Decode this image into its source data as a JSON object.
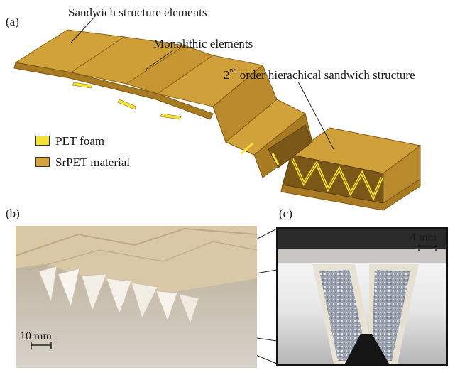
{
  "panel_a": {
    "label": "(a)",
    "annotations": {
      "sandwich_elements": "Sandwich structure elements",
      "monolithic": "Monolithic elements",
      "hier_prefix": "2",
      "hier_sup": "nd",
      "hier_rest": " order hierachical sandwich structure"
    },
    "legend": [
      {
        "label": "PET foam",
        "color": "#f3e23a"
      },
      {
        "label": "SrPET material",
        "color": "#d4a53f"
      }
    ]
  },
  "panel_b": {
    "label": "(b)",
    "scale": "10 mm"
  },
  "panel_c": {
    "label": "(c)",
    "scale": "4 mm"
  },
  "colors": {
    "srpet": "#c99a32",
    "srpet_dark": "#9c7422",
    "foam": "#f3e23a",
    "photo_bg": "#cfc8bd"
  }
}
